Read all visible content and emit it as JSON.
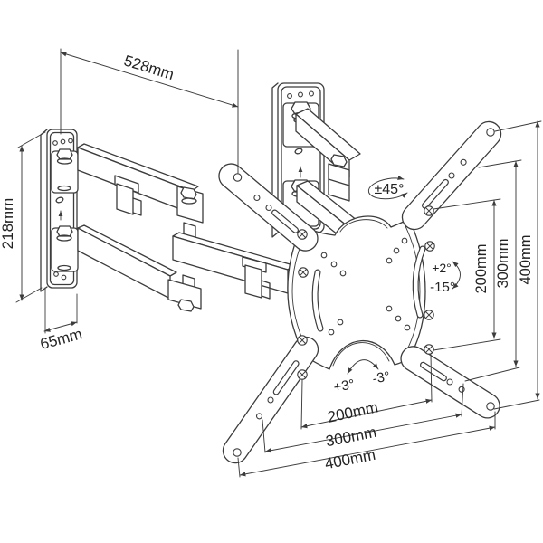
{
  "diagram": {
    "type": "technical-line-drawing",
    "subject": "full-motion TV wall mount bracket with articulating arm and VESA adapter plate",
    "labels": {
      "extension": "528mm",
      "plate_height": "218mm",
      "plate_depth": "65mm",
      "swivel": "±45°",
      "tilt_up": "+2°",
      "tilt_down": "-15°",
      "level_left": "+3°",
      "level_right": "-3°",
      "vesa_vertical": [
        "200mm",
        "300mm",
        "400mm"
      ],
      "vesa_horizontal": [
        "200mm",
        "300mm",
        "400mm"
      ]
    },
    "colors": {
      "line": "#3c3c3c",
      "text": "#232323",
      "background": "#ffffff"
    }
  }
}
